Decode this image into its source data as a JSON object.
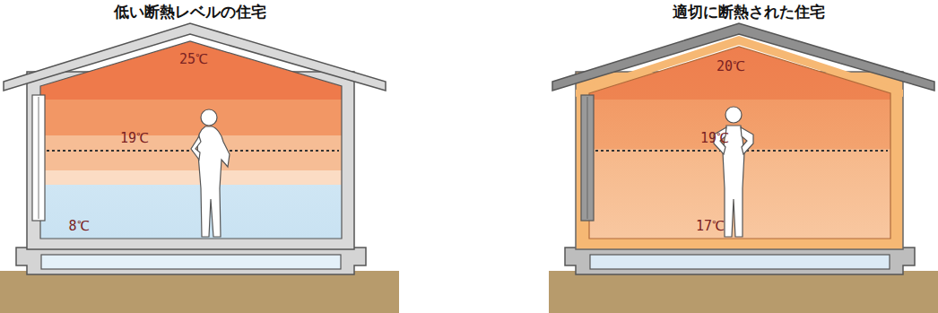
{
  "diagram": {
    "labels": [
      "低い断熱レベルの住宅",
      "25℃",
      "19℃",
      "8℃",
      "適切に断熱された住宅",
      "20℃",
      "19℃",
      "17℃"
    ]
  }
}
